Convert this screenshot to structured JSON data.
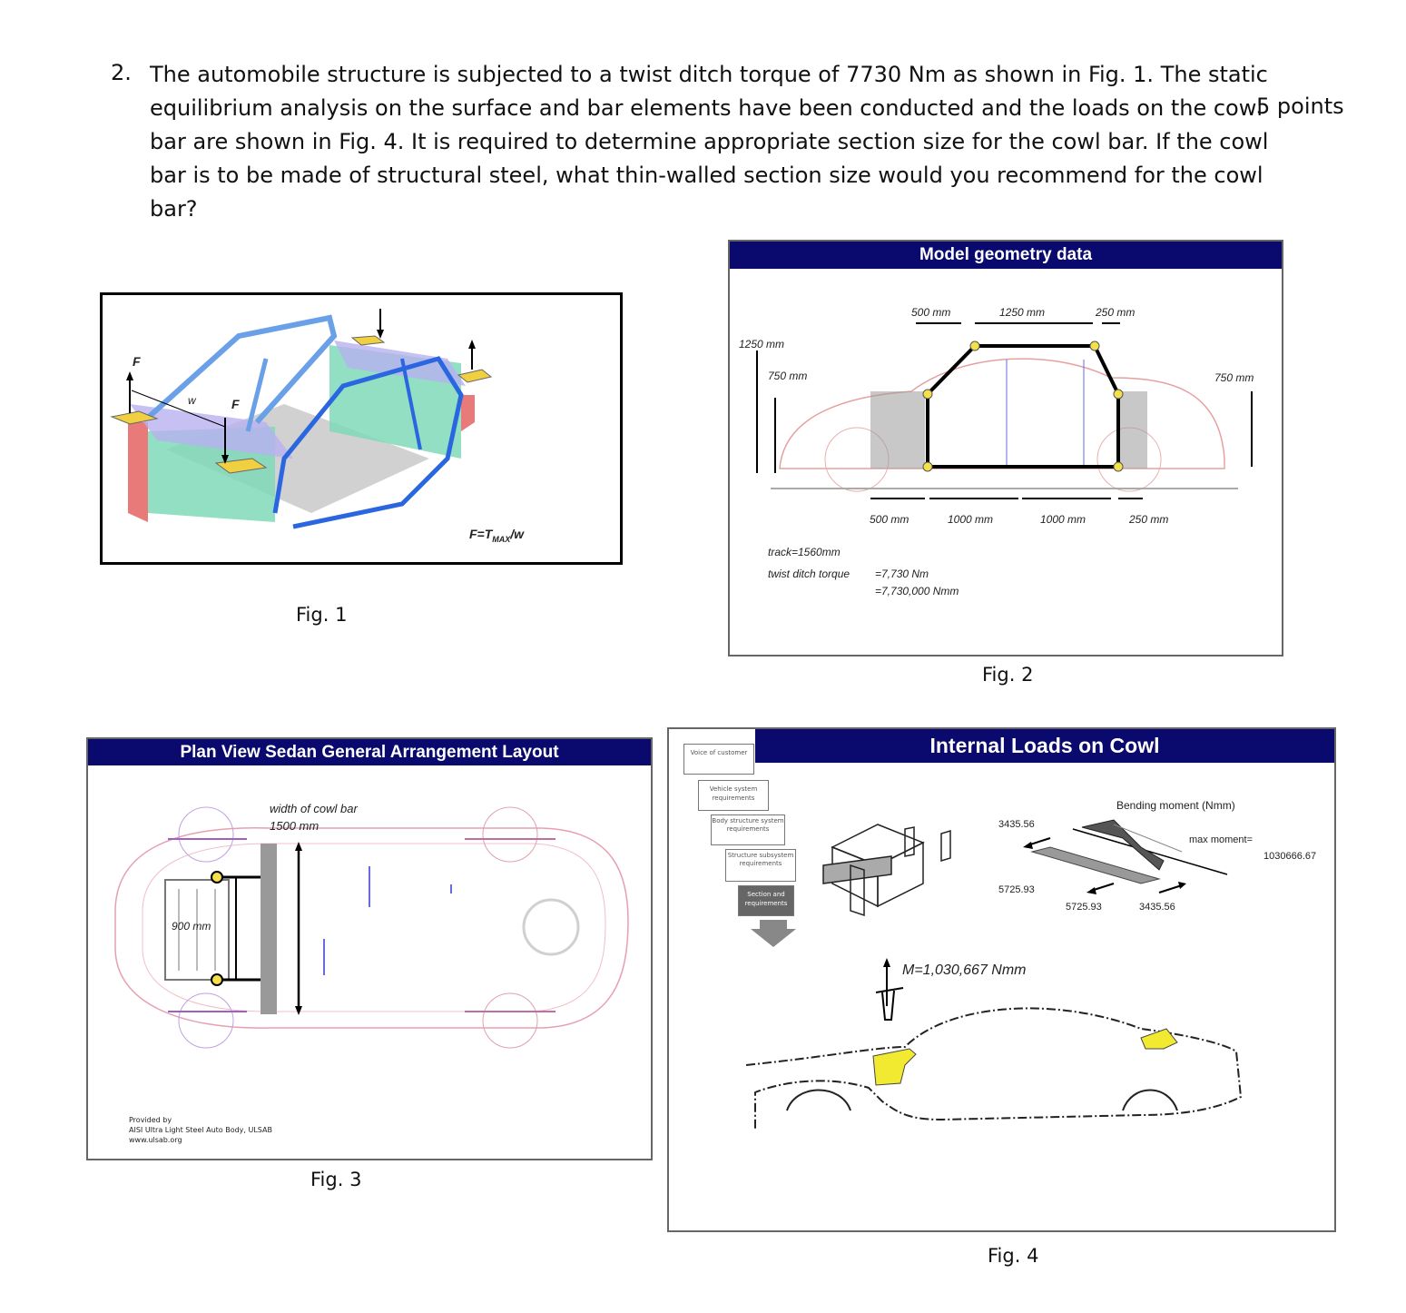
{
  "question": {
    "number": "2.",
    "lines": [
      "The automobile structure is subjected to a twist ditch torque of 7730 Nm as shown in Fig. 1. The static",
      "equilibrium analysis on the surface and bar elements have been conducted and the loads on the cowl",
      "bar are shown in Fig. 4. It is required to determine appropriate section size for the cowl bar. If the cowl",
      "bar is to be made of structural steel, what thin-walled section size would you recommend for the cowl",
      "bar?"
    ],
    "points": "5 points"
  },
  "fig1": {
    "caption": "Fig. 1",
    "label_f_left": "F",
    "label_f_mid": "F",
    "label_w": "w",
    "formula_prefix": "F=T",
    "formula_sub": "MAX",
    "formula_suffix": "/w"
  },
  "fig2": {
    "caption": "Fig. 2",
    "title": "Model geometry data",
    "top_dims": [
      "500 mm",
      "1250 mm",
      "250 mm"
    ],
    "left_dim_outer": "1250 mm",
    "left_dim_inner": "750 mm",
    "right_dim": "750 mm",
    "bottom_dims": [
      "500 mm",
      "1000 mm",
      "1000 mm",
      "250 mm"
    ],
    "track": "track=1560mm",
    "torque_label": "twist ditch torque",
    "torque_nm": "=7,730 Nm",
    "torque_nmm": "=7,730,000 Nmm"
  },
  "fig3": {
    "caption": "Fig. 3",
    "title": "Plan View Sedan General Arrangement Layout",
    "cowl_label_1": "width of cowl bar",
    "cowl_label_2": "1500 mm",
    "dim_900": "900 mm",
    "provided_1": "Provided by",
    "provided_2": "AISI Ultra Light Steel Auto Body, ULSAB",
    "provided_3": "www.ulsab.org"
  },
  "fig4": {
    "caption": "Fig. 4",
    "title": "Internal Loads on Cowl",
    "flow_boxes": [
      "Voice of customer",
      "Vehicle system requirements",
      "Body structure system requirements",
      "Structure subsystem requirements",
      "Section and requirements"
    ],
    "bending_label": "Bending moment (Nmm)",
    "max_moment_label": "max moment=",
    "max_moment_value": "1030666.67",
    "load_3435_top": "3435.56",
    "load_5725_left": "5725.93",
    "load_5725_bottom": "5725.93",
    "load_3435_bottom": "3435.56",
    "moment": "M=1,030,667 Nmm"
  }
}
